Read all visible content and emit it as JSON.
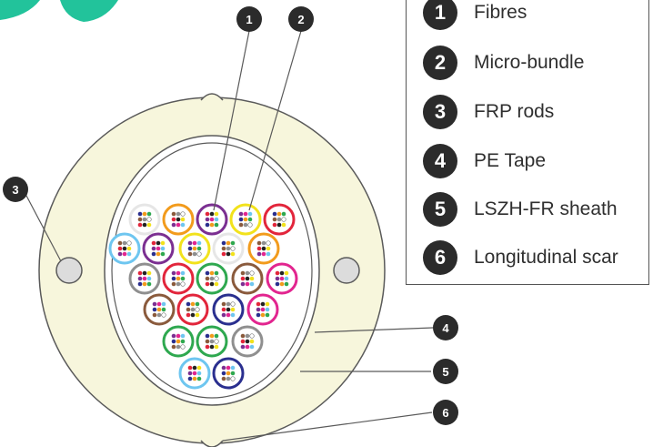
{
  "legend": [
    {
      "num": "1",
      "label": "Fibres"
    },
    {
      "num": "2",
      "label": "Micro-bundle"
    },
    {
      "num": "3",
      "label": "FRP rods"
    },
    {
      "num": "4",
      "label": "PE Tape"
    },
    {
      "num": "5",
      "label": "LSZH-FR sheath"
    },
    {
      "num": "6",
      "label": "Longitudinal scar"
    }
  ],
  "callouts": [
    "1",
    "2",
    "3",
    "4",
    "5",
    "6"
  ],
  "colors": {
    "sheath": "#f7f6dc",
    "outline": "#5a5a5a",
    "marker": "#2b2b2b",
    "teal": "#22c39b",
    "rod": "#dcdcdc"
  },
  "bundle_colors": [
    [
      "#e6e6e6",
      "#f29b1c",
      "#7b2f91",
      "#f2e21c",
      "#e2253b"
    ],
    [
      "#6ec6f0",
      "#7b2f91",
      "#f2e21c",
      "#e6e6e6",
      "#f29b1c"
    ],
    [
      "#8f8f8f",
      "#e2253b",
      "#2ea84f",
      "#8a5a3c",
      "#e2258f"
    ],
    [
      "#8a5a3c",
      "#e2253b",
      "#2a2f8f",
      "#e2258f"
    ],
    [
      "#2ea84f",
      "#2ea84f",
      "#8f8f8f"
    ],
    [
      "#6ec6f0",
      "#2a2f8f"
    ]
  ],
  "fibre_dot_colors": [
    "#2a2f8f",
    "#f29b1c",
    "#2ea84f",
    "#8a5a3c",
    "#8f8f8f",
    "#e6e6e6",
    "#e2253b",
    "#222222",
    "#f2e21c",
    "#7b2f91",
    "#e2258f",
    "#6ec6f0"
  ]
}
